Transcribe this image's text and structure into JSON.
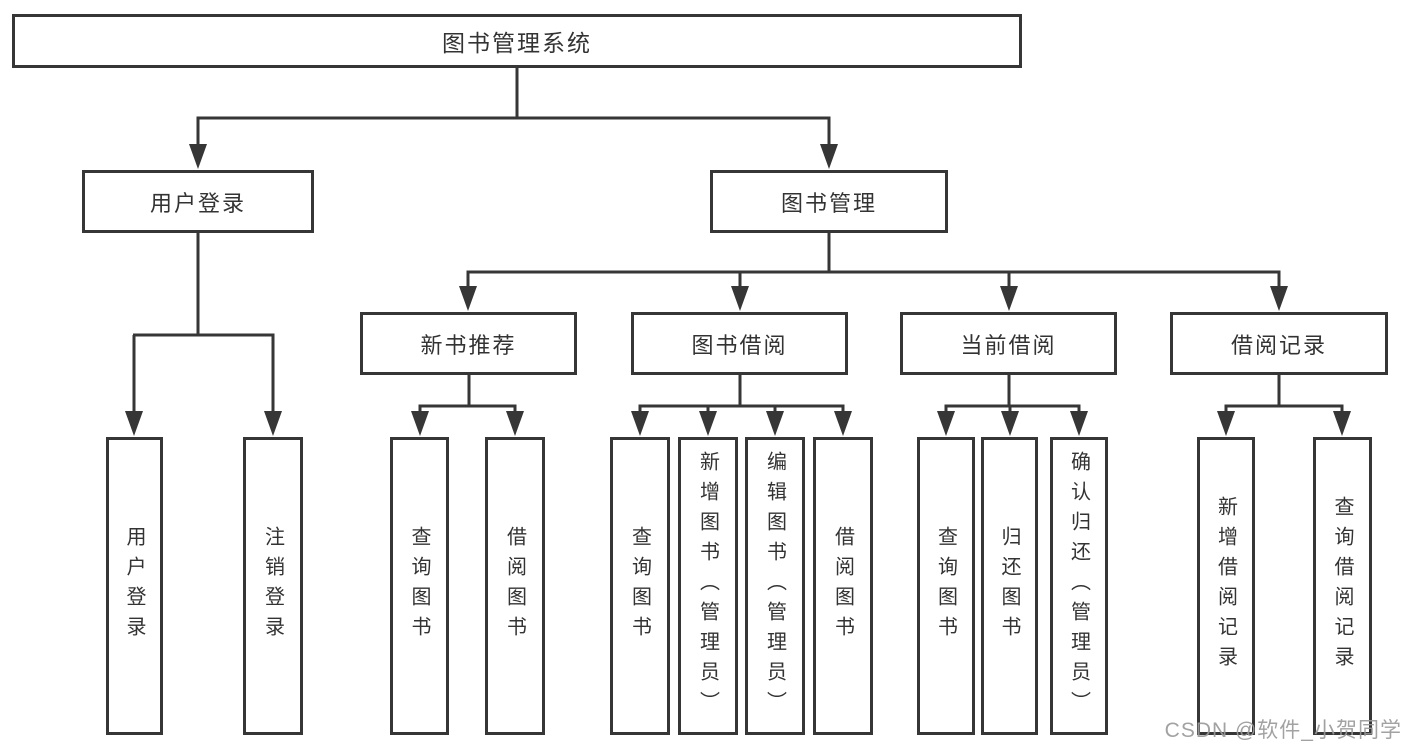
{
  "tree": {
    "label": "图书管理系统",
    "children": [
      {
        "label": "用户登录",
        "children": [
          {
            "label": "用户登录"
          },
          {
            "label": "注销登录"
          }
        ]
      },
      {
        "label": "图书管理",
        "children": [
          {
            "label": "新书推荐",
            "children": [
              {
                "label": "查询图书"
              },
              {
                "label": "借阅图书"
              }
            ]
          },
          {
            "label": "图书借阅",
            "children": [
              {
                "label": "查询图书"
              },
              {
                "label": "新增图书（管理员）"
              },
              {
                "label": "编辑图书（管理员）"
              },
              {
                "label": "借阅图书"
              }
            ]
          },
          {
            "label": "当前借阅",
            "children": [
              {
                "label": "查询图书"
              },
              {
                "label": "归还图书"
              },
              {
                "label": "确认归还（管理员）"
              }
            ]
          },
          {
            "label": "借阅记录",
            "children": [
              {
                "label": "新增借阅记录"
              },
              {
                "label": "查询借阅记录"
              }
            ]
          }
        ]
      }
    ]
  },
  "watermark": {
    "text": "CSDN @软件_小贺同学"
  },
  "colors": {
    "line": "#363636",
    "box_border": "#363636",
    "text": "#333333",
    "background": "#ffffff",
    "watermark": "#9a9a9a"
  }
}
